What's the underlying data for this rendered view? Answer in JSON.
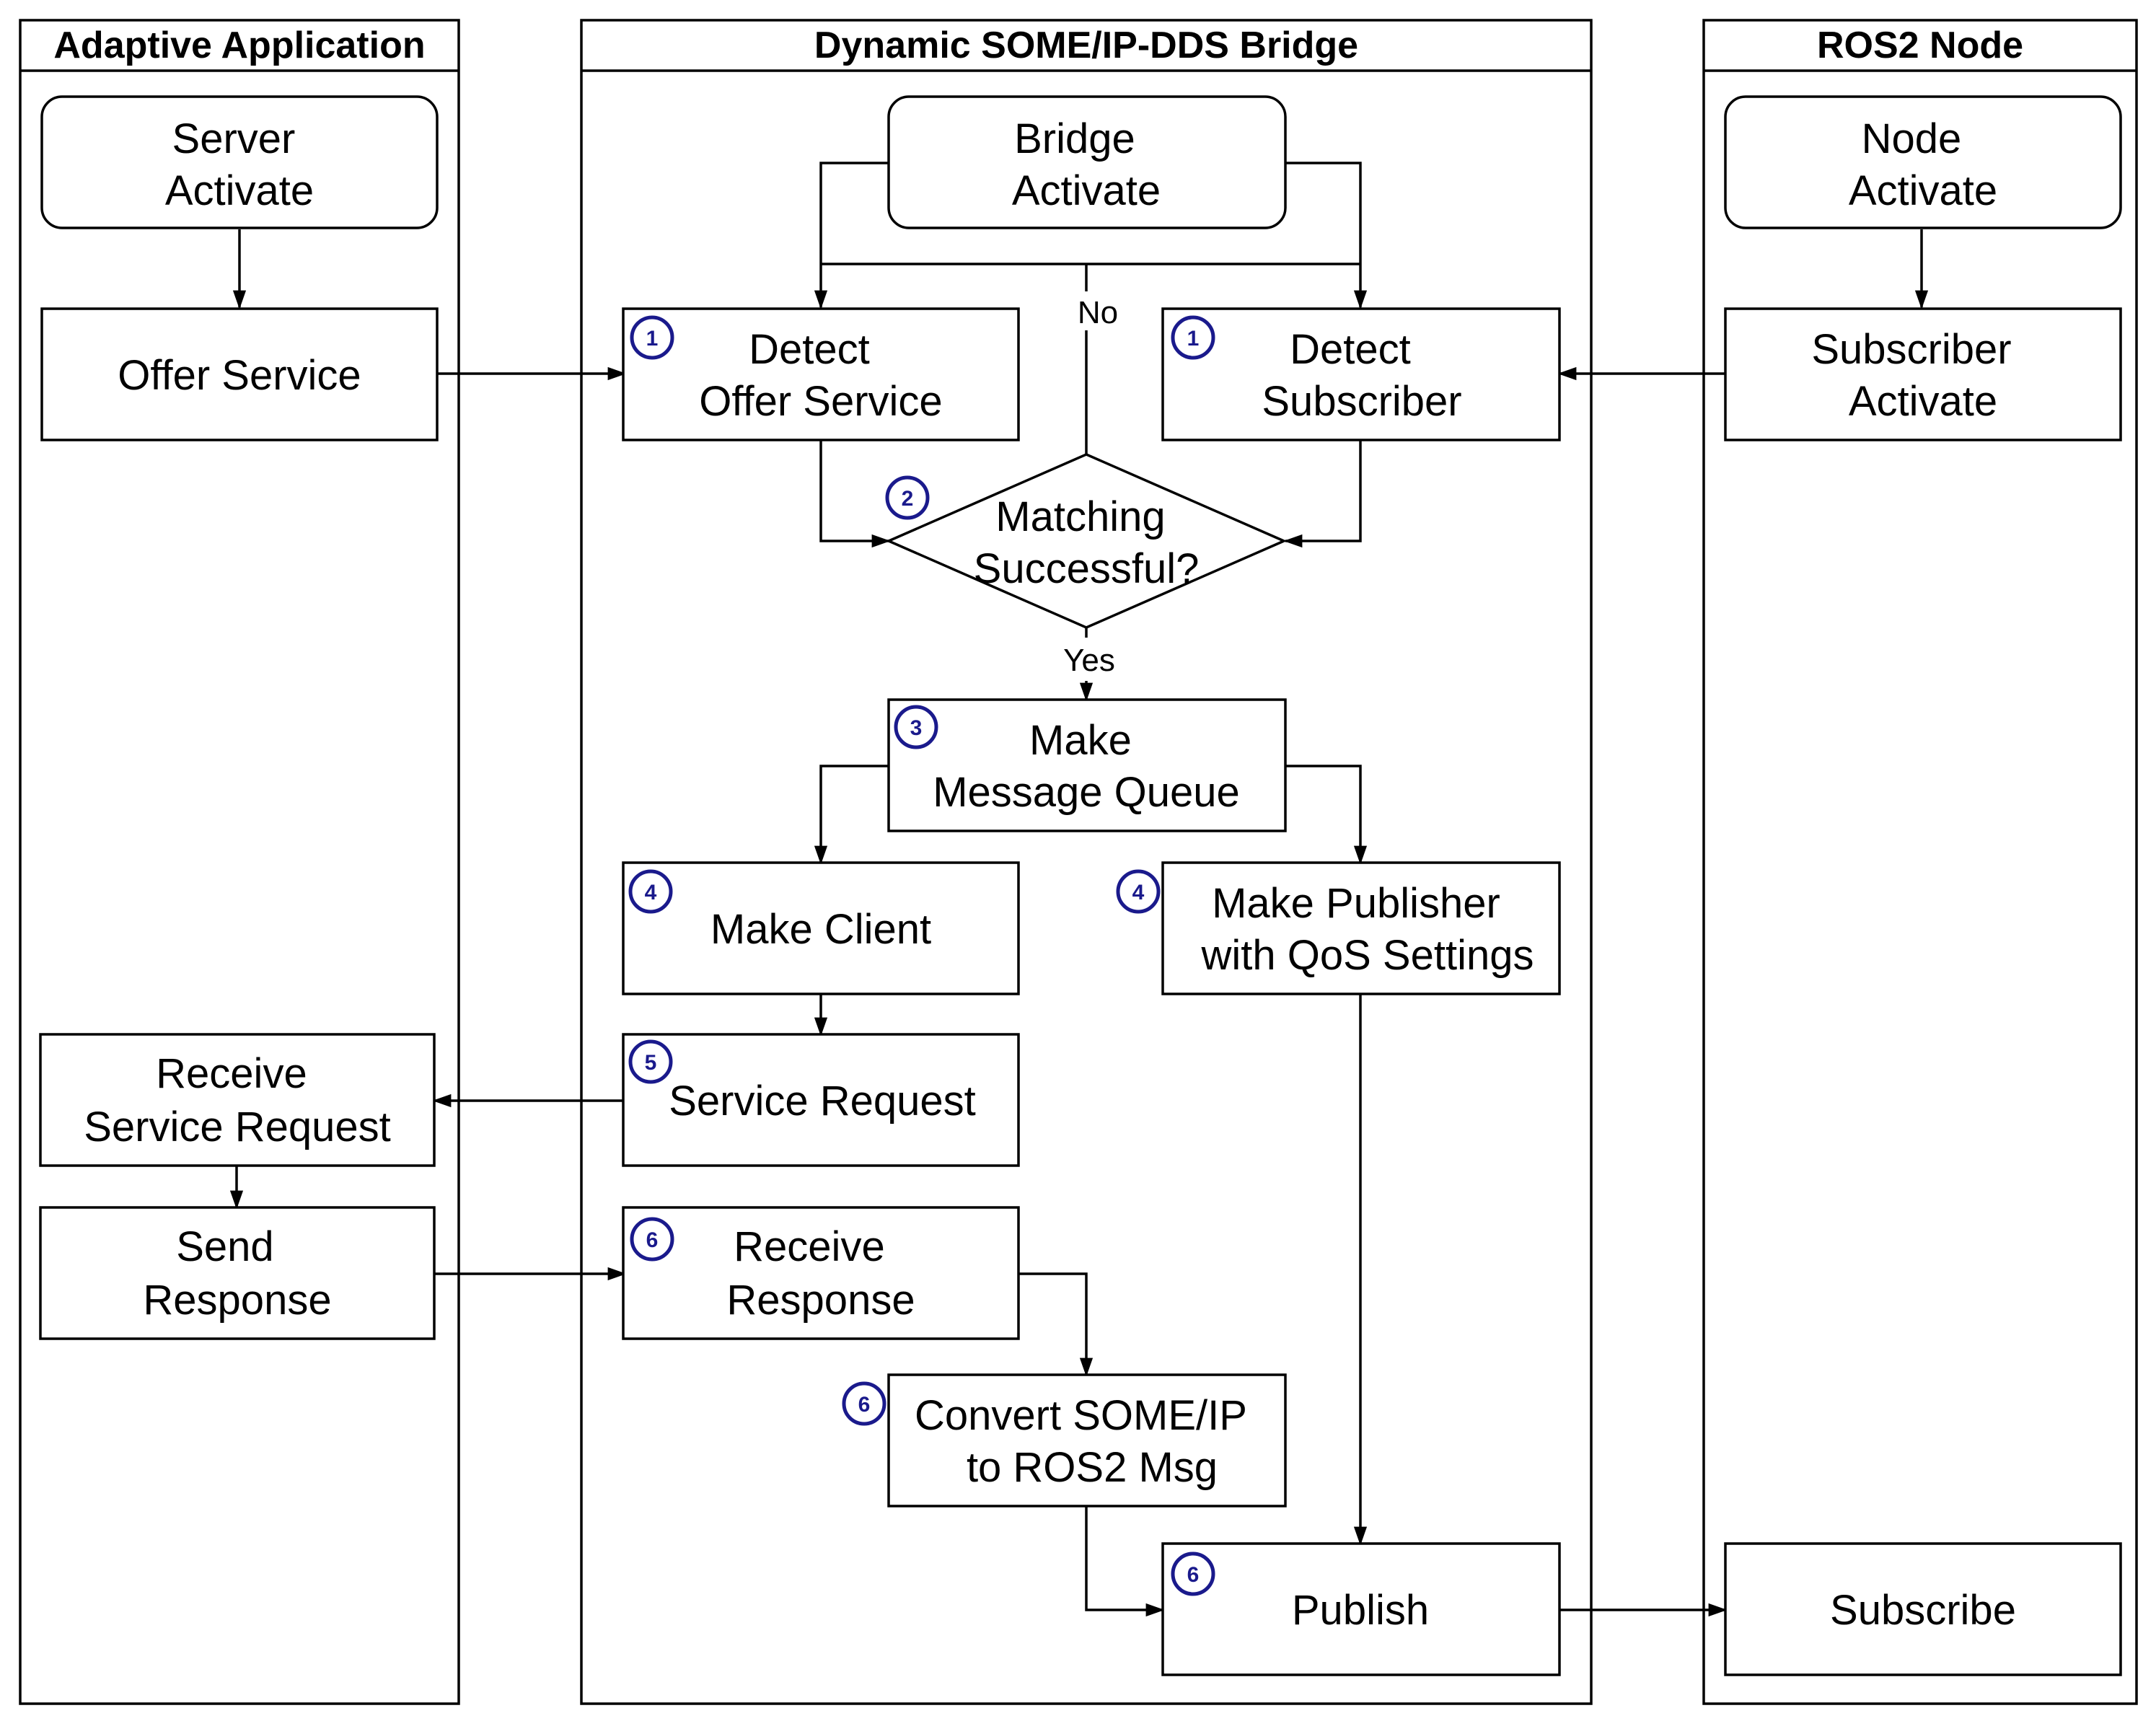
{
  "lanes": {
    "adaptive": "Adaptive Application",
    "bridge": "Dynamic SOME/IP-DDS Bridge",
    "ros2": "ROS2 Node"
  },
  "nodes": {
    "server_activate": [
      "Server",
      "Activate"
    ],
    "offer_service": [
      "Offer Service"
    ],
    "receive_service_request": [
      "Receive",
      "Service Request"
    ],
    "send_response": [
      "Send",
      "Response"
    ],
    "bridge_activate": [
      "Bridge",
      "Activate"
    ],
    "detect_offer_service": [
      "Detect",
      "Offer Service"
    ],
    "detect_subscriber": [
      "Detect",
      "Subscriber"
    ],
    "matching_successful": [
      "Matching",
      "Successful?"
    ],
    "make_message_queue": [
      "Make",
      "Message Queue"
    ],
    "make_client": [
      "Make Client"
    ],
    "make_publisher": [
      "Make Publisher",
      "with QoS Settings"
    ],
    "service_request": [
      "Service Request"
    ],
    "receive_response": [
      "Receive",
      "Response"
    ],
    "convert_msg": [
      "Convert SOME/IP",
      "to ROS2 Msg"
    ],
    "publish": [
      "Publish"
    ],
    "node_activate": [
      "Node",
      "Activate"
    ],
    "subscriber_activate": [
      "Subscriber",
      "Activate"
    ],
    "subscribe": [
      "Subscribe"
    ]
  },
  "edge_labels": {
    "no": "No",
    "yes": "Yes"
  },
  "steps": {
    "detect_offer_service": "1",
    "detect_subscriber": "1",
    "matching_successful": "2",
    "make_message_queue": "3",
    "make_client": "4",
    "make_publisher": "4",
    "service_request": "5",
    "receive_response": "6",
    "convert_msg": "6",
    "publish": "6"
  },
  "colors": {
    "line": "#000000",
    "badge": "#1a1a8c"
  }
}
